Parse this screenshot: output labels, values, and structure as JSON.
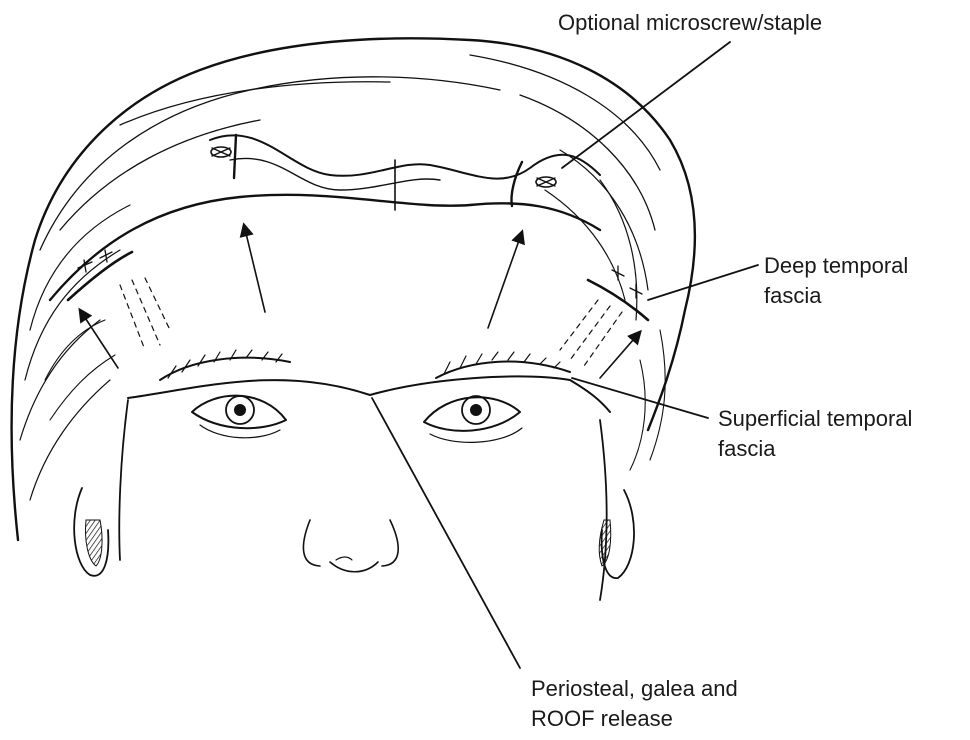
{
  "labels": {
    "screw": [
      "Optional microscrew/staple"
    ],
    "deep_fascia": [
      "Deep temporal",
      "fascia"
    ],
    "superficial_fascia": [
      "Superficial temporal",
      "fascia"
    ],
    "release": [
      "Periosteal, galea and",
      "ROOF release"
    ]
  },
  "colors": {
    "ink": "#111111",
    "background": "#ffffff"
  }
}
